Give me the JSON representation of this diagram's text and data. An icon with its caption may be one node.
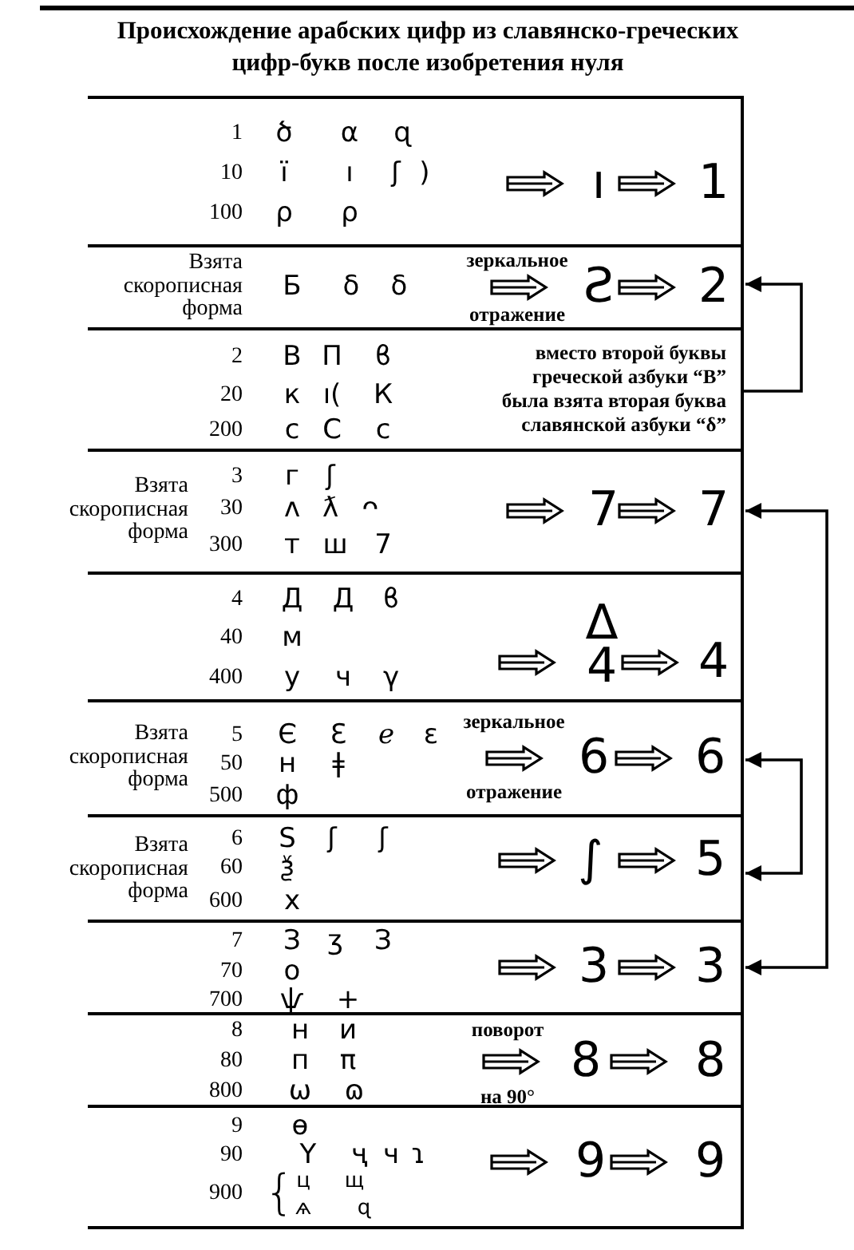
{
  "diagram": {
    "title": "Происхождение арабских цифр из славянско-греческих цифр-букв после изобретения нуля",
    "nodes": [
      {
        "text": [
          "1",
          "ծ",
          "α",
          "ɋ",
          "10",
          "ї",
          "ı",
          "ʃ",
          ")",
          "100",
          "ρ",
          "ρ",
          "ı",
          "1"
        ]
      },
      {
        "text": [
          "Взята скорописная форма",
          "Б",
          "δ",
          "δ",
          "зеркальное",
          "отражение",
          "Ƨ",
          "2"
        ]
      },
      {
        "text": [
          "2",
          "В",
          "Π",
          "ϐ",
          "20",
          "к",
          "ı(",
          "К",
          "200",
          "с",
          "С",
          "ϲ",
          "вместо второй буквы греческой азбуки “В” была взята вторая буква славянской азбуки “δ”"
        ]
      },
      {
        "text": [
          "Взята скорописная форма",
          "3",
          "г",
          "ʃ",
          "30",
          "ʌ",
          "ƛ",
          "ᴖ",
          "300",
          "т",
          "ш",
          "7",
          "7",
          "7"
        ]
      },
      {
        "text": [
          "4",
          "Д",
          "Д",
          "ϐ",
          "40",
          "м",
          "400",
          "у",
          "ч",
          "γ",
          "Δ",
          "4",
          "4"
        ]
      },
      {
        "text": [
          "Взята скорописная форма",
          "5",
          "Є",
          "Ɛ",
          "ℯ",
          "ɛ",
          "50",
          "н",
          "ǂ",
          "500",
          "ф",
          "зеркальное",
          "отражение",
          "6",
          "6"
        ]
      },
      {
        "text": [
          "Взята скорописная форма",
          "6",
          "Ѕ",
          "ʃ",
          "ʃ",
          "60",
          "ѯ",
          "600",
          "х",
          "∫",
          "5"
        ]
      },
      {
        "text": [
          "7",
          "З",
          "ӡ",
          "З",
          "70",
          "о",
          "700",
          "ѱ",
          "+",
          "3",
          "3"
        ]
      },
      {
        "text": [
          "8",
          "н",
          "и",
          "80",
          "п",
          "π",
          "800",
          "ω",
          "ɷ",
          "поворот",
          "на 90°",
          "8",
          "8"
        ]
      },
      {
        "text": [
          "9",
          "ѳ",
          "90",
          "Ү",
          "ҷ",
          "ч",
          "ɿ",
          "900",
          "{",
          "ц",
          "ѧ",
          "щ",
          "ɋ",
          "9",
          "9"
        ]
      }
    ],
    "edges": [
      {
        "from": 2,
        "to": 1,
        "arrow": "to"
      },
      {
        "from": 5,
        "to": 6,
        "arrow": "both"
      },
      {
        "from": 7,
        "to": 3,
        "arrow": "both"
      }
    ]
  }
}
